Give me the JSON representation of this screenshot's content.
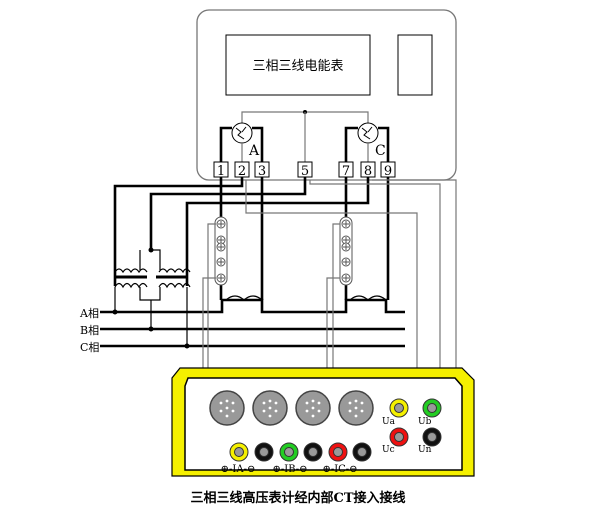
{
  "meter": {
    "title": "三相三线电能表",
    "coil_a_label": "A",
    "coil_c_label": "C",
    "terminals": [
      "1",
      "2",
      "3",
      "5",
      "7",
      "8",
      "9"
    ]
  },
  "phases": [
    "A相",
    "B相",
    "C相"
  ],
  "instrument": {
    "current_labels": [
      "⊕-IA-⊖",
      "⊕-IB-⊖",
      "⊕-IC-⊖"
    ],
    "voltage_labels": [
      "Ua",
      "Ub",
      "Uc",
      "Un"
    ],
    "colors": {
      "frame": "#f5f000",
      "yellow": "#f5f000",
      "green": "#22cc22",
      "red": "#ee1111",
      "black": "#111111",
      "socket": "#999999"
    }
  },
  "caption": "三相三线高压表计经内部CT接入接线"
}
